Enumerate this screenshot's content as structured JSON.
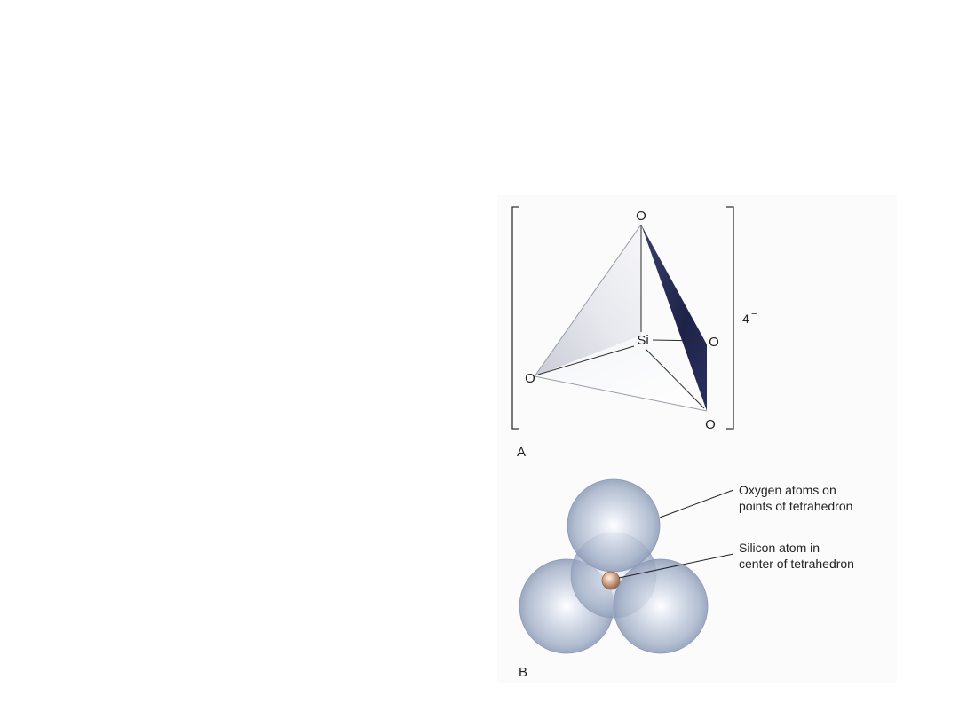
{
  "panel_a": {
    "letter": "A",
    "charge": "4",
    "charge_sign": "−",
    "atoms": {
      "top_oxygen": "O",
      "right_oxygen": "O",
      "left_oxygen": "O",
      "bottom_oxygen": "O",
      "center_silicon": "Si"
    }
  },
  "panel_b": {
    "letter": "B",
    "callouts": {
      "oxygen_line1": "Oxygen atoms on",
      "oxygen_line2": "points of tetrahedron",
      "silicon_line1": "Silicon atom in",
      "silicon_line2": "center of tetrahedron"
    }
  },
  "colors": {
    "background": "#ffffff",
    "oxygen_sphere": "#8c9cb8",
    "silicon_atom": "#c79a80",
    "dark_face": "#23284f",
    "light_face": "#d6d9e3"
  }
}
